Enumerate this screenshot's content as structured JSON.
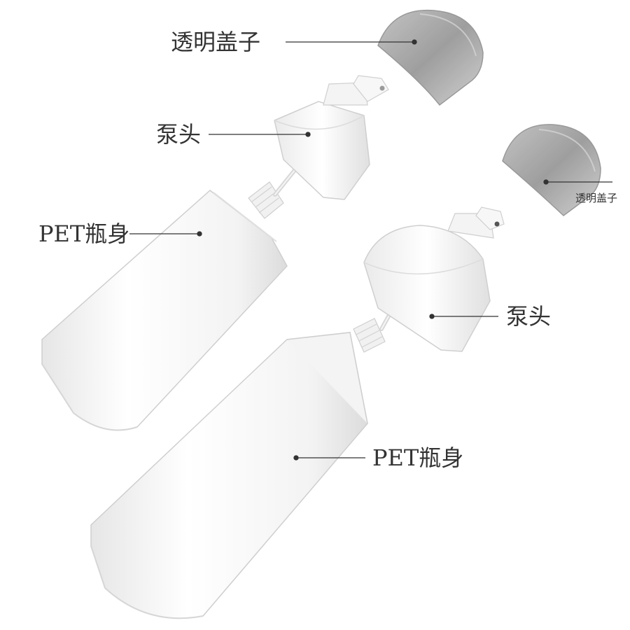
{
  "labels": {
    "left_cap": "透明盖子",
    "left_pump": "泵头",
    "left_body": "PET瓶身",
    "right_cap": "透明盖子",
    "right_pump": "泵头",
    "right_body": "PET瓶身"
  },
  "colors": {
    "bottle_white": "#f7f7f7",
    "shade": "#e2e2e2",
    "cap_gray": "#9a9a9a",
    "leader_line": "#333333"
  }
}
